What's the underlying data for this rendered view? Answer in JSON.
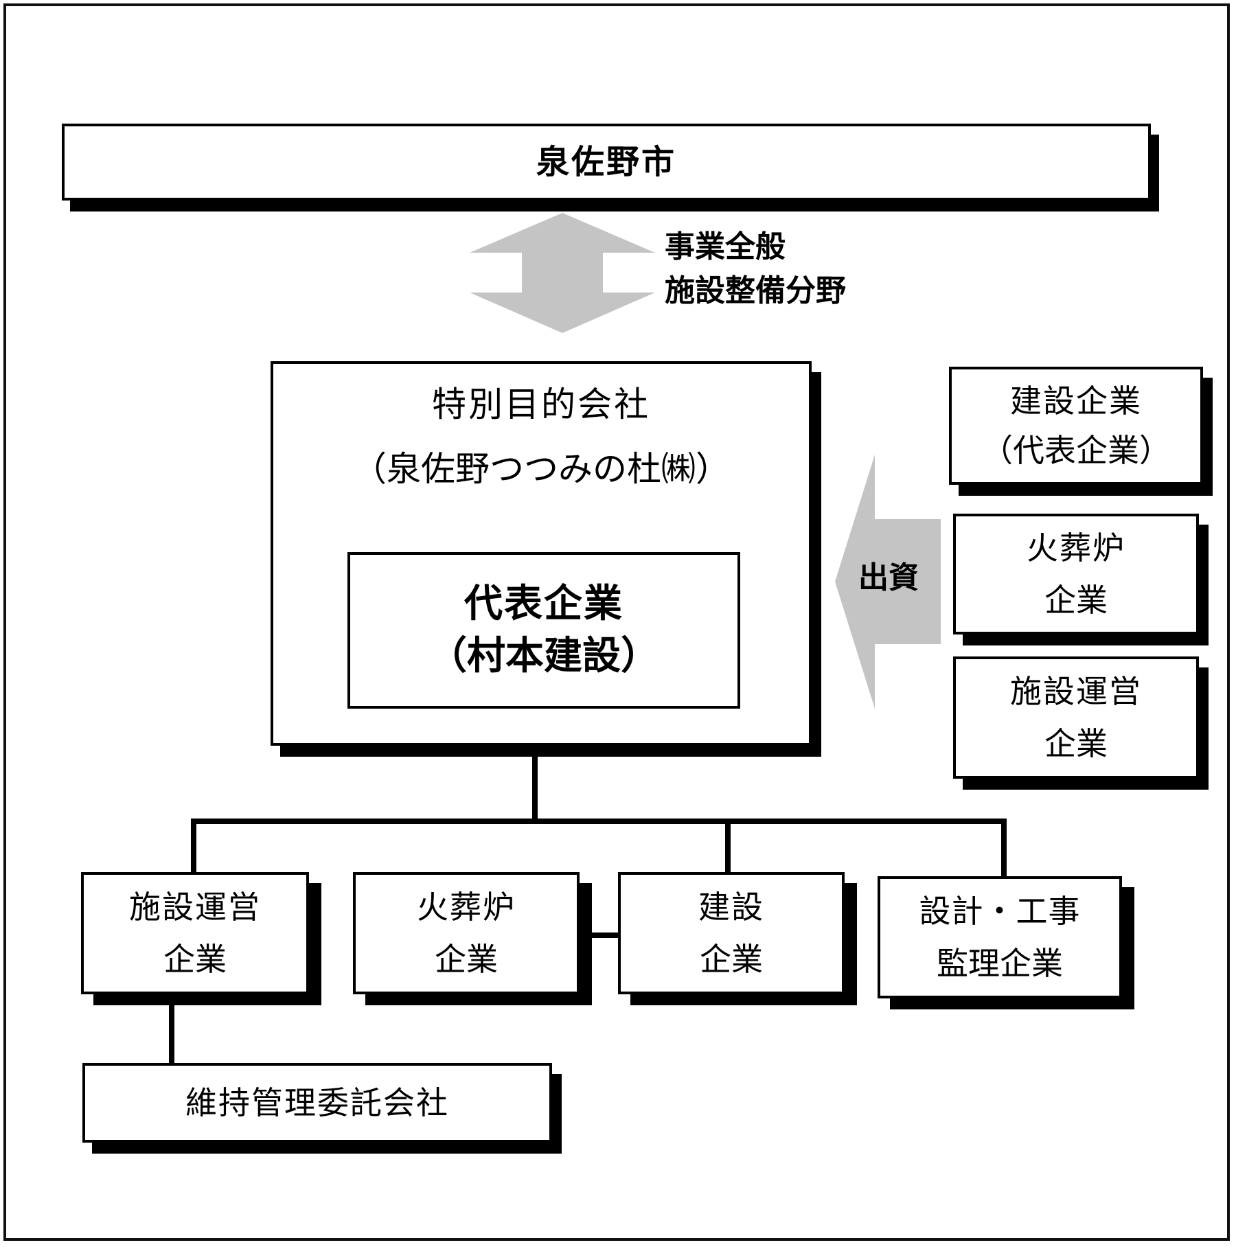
{
  "city": {
    "label": "泉佐野市"
  },
  "scope_labels": [
    "事業全般",
    "施設整備分野"
  ],
  "spc": {
    "title": "特別目的会社",
    "name": "（泉佐野つつみの杜㈱）",
    "representative": {
      "line1": "代表企業",
      "line2": "（村本建設）"
    }
  },
  "investment_label": "出資",
  "investors": [
    {
      "line1": "建設企業",
      "line2": "（代表企業）"
    },
    {
      "line1": "火葬炉",
      "line2": "企業"
    },
    {
      "line1": "施設運営",
      "line2": "企業"
    }
  ],
  "contractors": [
    {
      "line1": "施設運営",
      "line2": "企業"
    },
    {
      "line1": "火葬炉",
      "line2": "企業"
    },
    {
      "line1": "建設",
      "line2": "企業"
    },
    {
      "line1": "設計・工事",
      "line2": "監理企業"
    }
  ],
  "subcontractor": {
    "label": "維持管理委託会社"
  },
  "colors": {
    "arrow_fill": "#c4c4c4",
    "border": "#000000",
    "shadow": "#000000"
  }
}
